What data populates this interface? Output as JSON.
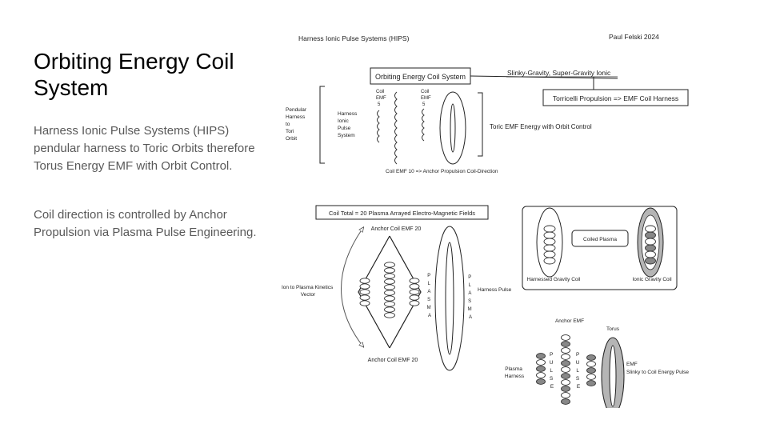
{
  "slide": {
    "title": "Orbiting Energy Coil System",
    "paragraphs": [
      "Harness Ionic Pulse Systems (HIPS) pendular harness to Toric Orbits therefore Torus Energy EMF with Orbit Control.",
      "Coil direction is controlled by Anchor Propulsion via Plasma Pulse Engineering."
    ]
  },
  "diagram": {
    "header_left": "Harness Ionic Pulse Systems (HIPS)",
    "header_right": "Paul Felski 2024",
    "top": {
      "main_box": "Orbiting Energy Coil System",
      "link_label": "Slinky-Gravity, Super-Gravity Ionic",
      "torricelli_box": "Torricelli Propulsion => EMF Coil Harness",
      "pendular_lines": [
        "Pendular",
        "Harness",
        "to",
        "Tori",
        "Orbit"
      ],
      "hips_lines": [
        "Harness",
        "Ionic",
        "Pulse",
        "System"
      ],
      "coil1_lines": [
        "Coil",
        "EMF",
        "5"
      ],
      "coil2_lines": [
        "Coil",
        "EMF",
        "5"
      ],
      "toric_label": "Toric EMF Energy with Orbit Control",
      "bottom_label": "Coil EMF 10  => Anchor Propulsion Coil-Direction"
    },
    "middle": {
      "total_box": "Coil Total = 20 Plasma Arrayed Electro-Magnetic Fields",
      "anchor_top": "Anchor Coil EMF 20",
      "anchor_bottom": "Anchor Coil EMF 20",
      "ion_lines": [
        "Ion to Plasma Kinetics",
        "Vector"
      ],
      "plasma_letters": [
        "P",
        "L",
        "A",
        "S",
        "M",
        "A"
      ],
      "harness_pulse": "Harness Pulse"
    },
    "legend_box": {
      "coiled_plasma": "Coiled Plasma",
      "harnessed": "Harnessed Gravity Coil",
      "ionic": "Ionic Gravity Coil"
    },
    "bottom_right": {
      "anchor_emf": "Anchor EMF",
      "torus": "Torus",
      "plasma_harness_lines": [
        "Plasma",
        "Harness"
      ],
      "pulse_letters": [
        "P",
        "U",
        "L",
        "S",
        "E"
      ],
      "emf_lines": [
        "EMF",
        "Slinky to Coil Energy Pulse"
      ]
    }
  }
}
